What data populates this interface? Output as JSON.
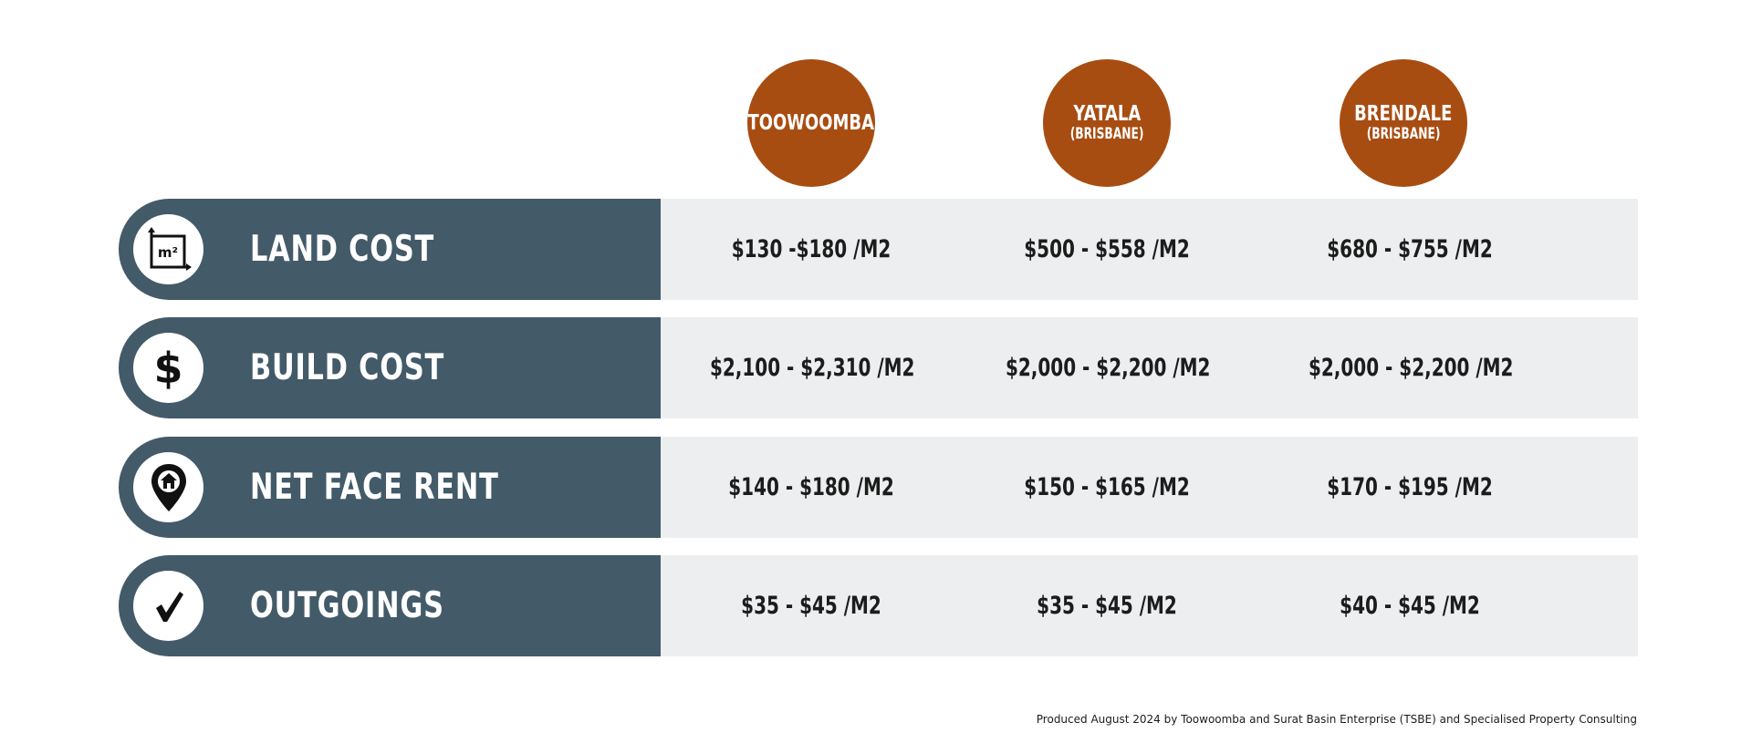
{
  "locations": [
    {
      "name": "TOOWOOMBA",
      "sub": ""
    },
    {
      "name": "YATALA",
      "sub": "(BRISBANE)"
    },
    {
      "name": "BRENDALE",
      "sub": "(BRISBANE)"
    }
  ],
  "rows": [
    {
      "label": "LAND COST",
      "icon": "area-m2-icon",
      "icon_text": "m²",
      "values": [
        "$130 -$180 /M2",
        "$500 - $558 /M2",
        "$680 - $755 /M2"
      ]
    },
    {
      "label": "BUILD COST",
      "icon": "dollar-icon",
      "icon_text": "$",
      "values": [
        "$2,100 - $2,310 /M2",
        "$2,000 - $2,200 /M2",
        "$2,000 - $2,200 /M2"
      ]
    },
    {
      "label": "NET FACE RENT",
      "icon": "location-home-pin-icon",
      "values": [
        "$140 - $180 /M2",
        "$150 - $165 /M2",
        "$170 - $195 /M2"
      ]
    },
    {
      "label": "OUTGOINGS",
      "icon": "checkmark-icon",
      "values": [
        "$35 - $45 /M2",
        "$35 - $45 /M2",
        "$40 - $45 /M2"
      ]
    }
  ],
  "footer": "Produced August 2024 by Toowoomba and Surat Basin Enterprise (TSBE) and  Specialised Property Consulting",
  "colors": {
    "accent": "#a84d12",
    "label_band": "#435a69",
    "value_band": "#eceeef"
  }
}
